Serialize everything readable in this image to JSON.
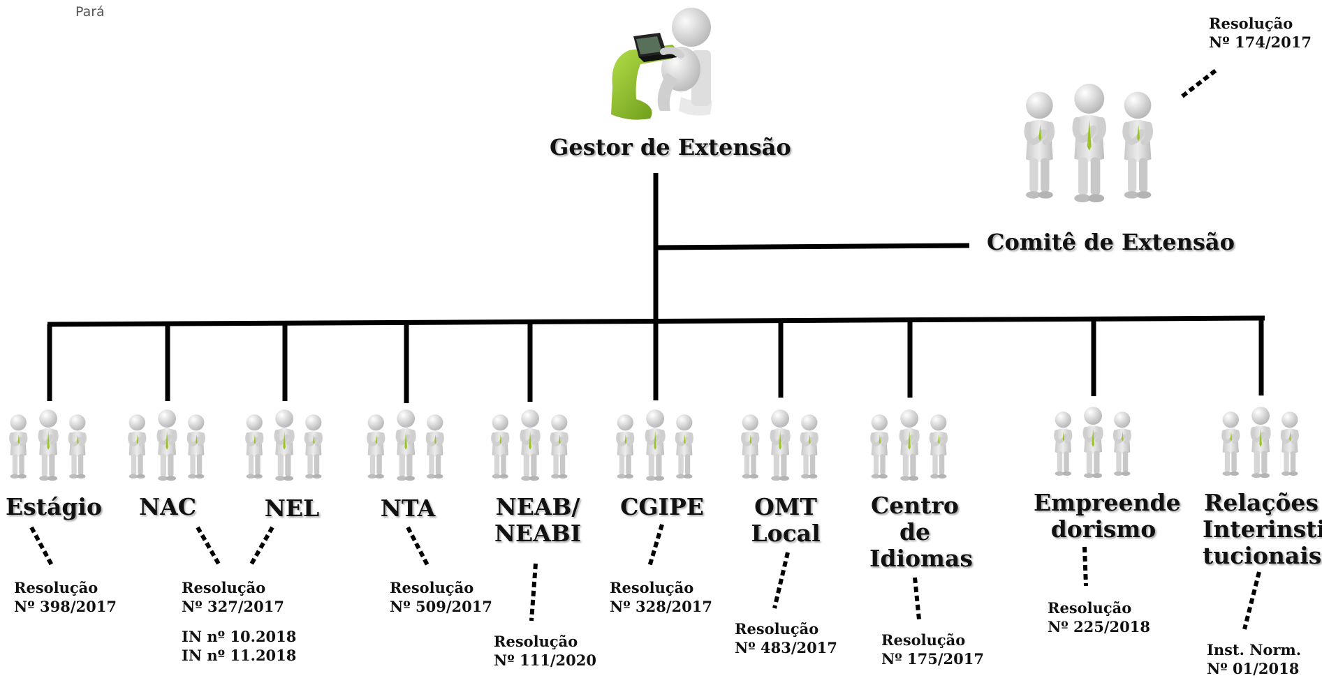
{
  "header": {
    "text": "Pará"
  },
  "gestor": {
    "title": "Gestor de Extensão"
  },
  "comite": {
    "title": "Comitê de Extensão",
    "res1": "Resolução",
    "res2": "Nº 174/2017"
  },
  "units": [
    {
      "name": "Estágio",
      "res": [
        "Resolução",
        "Nº 398/2017"
      ]
    },
    {
      "name": "NAC",
      "res": [
        "Resolução",
        "Nº 327/2017",
        "",
        "IN nº 10.2018",
        "IN nº 11.2018"
      ]
    },
    {
      "name": "NEL",
      "res": []
    },
    {
      "name": "NTA",
      "res": [
        "Resolução",
        "Nº 509/2017"
      ]
    },
    {
      "name": "NEAB/ NEABI",
      "res": [
        "Resolução",
        "Nº 111/2020"
      ]
    },
    {
      "name": "CGIPE",
      "res": [
        "Resolução",
        "Nº 328/2017"
      ]
    },
    {
      "name": "OMT Local",
      "res": [
        "Resolução",
        "Nº 483/2017"
      ]
    },
    {
      "name": "Centro de Idiomas",
      "res": [
        "Resolução",
        "Nº 175/2017"
      ]
    },
    {
      "name": "Empreende dorismo",
      "res": [
        "Resolução",
        "Nº 225/2018"
      ]
    },
    {
      "name": "Relações Interinsti tucionais",
      "res": [
        "Inst. Norm.",
        "Nº 01/2018"
      ]
    }
  ],
  "colors": {
    "tie": "#9ac421",
    "figure": "#d4d4d4",
    "desk": "#8dc21e"
  },
  "icons": {
    "person": "person-icon",
    "gestor": "laptop-desk-person-icon"
  }
}
